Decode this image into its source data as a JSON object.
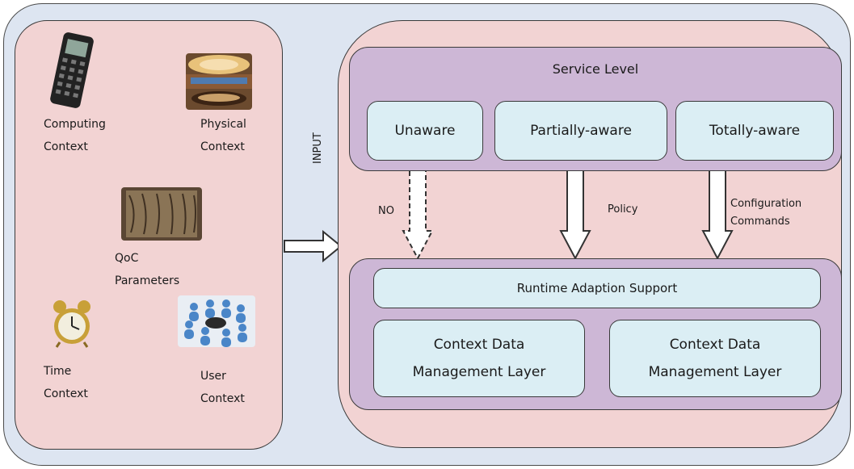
{
  "input_label": "INPUT",
  "sources": {
    "computing": "Computing\nContext",
    "physical": "Physical\nContext",
    "qoc": "QoC\nParameters",
    "time": "Time\nContext",
    "user": "User\nContext"
  },
  "service_level": {
    "title": "Service Level",
    "boxes": [
      "Unaware",
      "Partially-aware",
      "Totally-aware"
    ]
  },
  "arrows": {
    "no": "NO",
    "policy": "Policy",
    "configuration": "Configuration\nCommands"
  },
  "runtime": {
    "support": "Runtime Adaption Support",
    "layer_left": "Context Data\nManagement Layer",
    "layer_right": "Context Data\nManagement Layer"
  },
  "colors": {
    "outer": "#dde5f1",
    "panel": "#f2d3d3",
    "group": "#cdb7d6",
    "box": "#dbeef4"
  }
}
